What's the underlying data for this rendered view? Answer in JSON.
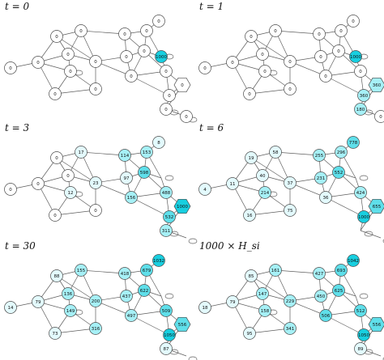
{
  "colors": {
    "empty": "#ffffff",
    "low": "#e3fafd",
    "medium": "#a6f0f6",
    "high": "#5fdfea",
    "source": "#18cfe0",
    "edge": "#5e5e5e",
    "stroke": "#4a4a4a"
  },
  "icons": [
    "self-loop-icon",
    "source-hexagon-icon"
  ],
  "panels": [
    {
      "title": "t = 0",
      "values": [
        "0",
        "0",
        "0",
        "0",
        "0",
        "0",
        "0",
        "0",
        "0",
        "0",
        "0",
        "0",
        "0",
        "0",
        "0",
        "0",
        "0",
        "0",
        "0",
        "1000",
        "0"
      ]
    },
    {
      "title": "t = 1",
      "values": [
        "0",
        "0",
        "0",
        "0",
        "0",
        "0",
        "0",
        "0",
        "0",
        "0",
        "0",
        "0",
        "0",
        "0",
        "0",
        "0",
        "360",
        "360",
        "180",
        "1000",
        "0"
      ]
    },
    {
      "title": "t = 3",
      "values": [
        "0",
        "0",
        "0",
        "0",
        "0",
        "17",
        "23",
        "0",
        "12",
        "97",
        "114",
        "153",
        "156",
        "8",
        "598",
        "488",
        "532",
        "1000",
        "311",
        "",
        ""
      ]
    },
    {
      "title": "t = 6",
      "values": [
        "4",
        "11",
        "19",
        "16",
        "40",
        "58",
        "37",
        "75",
        "214",
        "231",
        "255",
        "296",
        "36",
        "778",
        "552",
        "424",
        "1000",
        "655",
        "",
        "",
        ""
      ]
    },
    {
      "title": "t = 30",
      "values": [
        "14",
        "79",
        "88",
        "73",
        "136",
        "155",
        "200",
        "316",
        "149",
        "437",
        "418",
        "679",
        "497",
        "1032",
        "622",
        "509",
        "1050",
        "556",
        "87",
        "",
        ""
      ]
    },
    {
      "title": "1000 × H_si",
      "values": [
        "18",
        "79",
        "85",
        "95",
        "147",
        "161",
        "229",
        "341",
        "158",
        "450",
        "427",
        "693",
        "506",
        "1042",
        "625",
        "512",
        "1050",
        "556",
        "89",
        "",
        ""
      ]
    }
  ]
}
